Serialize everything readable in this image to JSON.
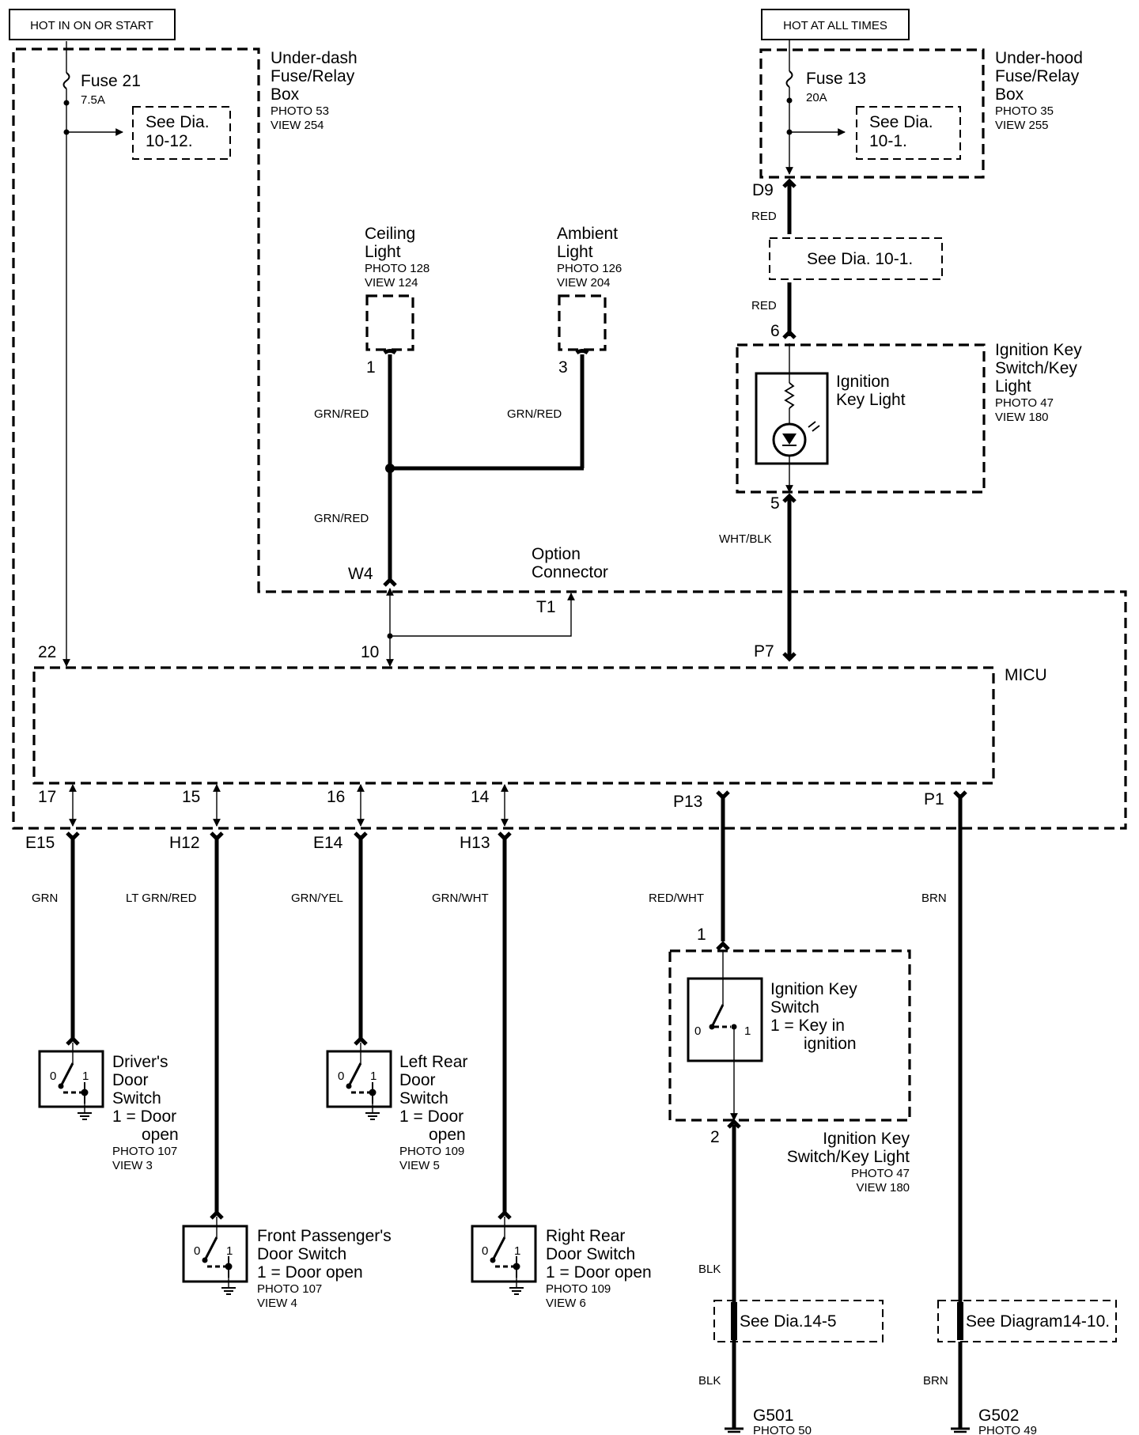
{
  "power": {
    "hot_in_on_or_start": "HOT IN ON OR START",
    "hot_at_all_times": "HOT AT ALL TIMES"
  },
  "underdash_box": {
    "line1": "Under-dash",
    "line2": "Fuse/Relay",
    "line3": "Box",
    "photo": "PHOTO 53",
    "view": "VIEW 254"
  },
  "fuse21": {
    "name": "Fuse 21",
    "rating": "7.5A",
    "see_line1": "See Dia.",
    "see_line2": "10-12."
  },
  "underhood_box": {
    "line1": "Under-hood",
    "line2": "Fuse/Relay",
    "line3": "Box",
    "photo": "PHOTO 35",
    "view": "VIEW 255"
  },
  "fuse13": {
    "name": "Fuse 13",
    "rating": "20A",
    "see_line1": "See Dia.",
    "see_line2": "10-1."
  },
  "d9": {
    "terminal": "D9",
    "wire_upper": "RED",
    "see_text": "See  Dia.  10-1.",
    "wire_lower": "RED"
  },
  "ceiling_light": {
    "line1": "Ceiling",
    "line2": "Light",
    "photo": "PHOTO 128",
    "view": "VIEW 124",
    "pin": "1",
    "wire": "GRN/RED"
  },
  "ambient_light": {
    "line1": "Ambient",
    "line2": "Light",
    "photo": "PHOTO 126",
    "view": "VIEW 204",
    "pin": "3",
    "wire": "GRN/RED"
  },
  "splice_wire": "GRN/RED",
  "ignition_key_light": {
    "pin_top": "6",
    "pin_bottom": "5",
    "inner_line1": "Ignition",
    "inner_line2": "Key Light",
    "label_line1": "Ignition Key",
    "label_line2": "Switch/Key",
    "label_line3": "Light",
    "photo": "PHOTO 47",
    "view": "VIEW 180",
    "wire_out": "WHT/BLK"
  },
  "option_connector": {
    "line1": "Option",
    "line2": "Connector",
    "w4": "W4",
    "t1": "T1"
  },
  "micu": {
    "name": "MICU",
    "pin_22": "22",
    "pin_10": "10",
    "pin_p7": "P7",
    "pin_17": "17",
    "pin_15": "15",
    "pin_16": "16",
    "pin_14": "14",
    "pin_p13": "P13",
    "pin_p1": "P1"
  },
  "door_wires": [
    {
      "connector": "E15",
      "wire": "GRN"
    },
    {
      "connector": "H12",
      "wire": "LT GRN/RED"
    },
    {
      "connector": "E14",
      "wire": "GRN/YEL"
    },
    {
      "connector": "H13",
      "wire": "GRN/WHT"
    }
  ],
  "red_wht": "RED/WHT",
  "brn_upper": "BRN",
  "drivers_switch": {
    "line1": "Driver's",
    "line2": "Door",
    "line3": "Switch",
    "line4": "1 = Door",
    "line5": "open",
    "photo": "PHOTO 107",
    "view": "VIEW 3"
  },
  "left_rear_switch": {
    "line1": "Left Rear",
    "line2": "Door",
    "line3": "Switch",
    "line4": "1 = Door",
    "line5": "open",
    "photo": "PHOTO 109",
    "view": "VIEW 5"
  },
  "front_pass_switch": {
    "line1": "Front Passenger's",
    "line2": "Door Switch",
    "line3": "1 = Door open",
    "photo": "PHOTO 107",
    "view": "VIEW 4"
  },
  "right_rear_switch": {
    "line1": "Right Rear",
    "line2": "Door Switch",
    "line3": "1 = Door open",
    "photo": "PHOTO 109",
    "view": "VIEW 6"
  },
  "switch_pos": {
    "zero": "0",
    "one": "1"
  },
  "ignition_key_switch": {
    "pin_top": "1",
    "pin_bottom": "2",
    "inner_line1": "Ignition Key",
    "inner_line2": "Switch",
    "inner_line3": "1 =  Key in",
    "inner_line4": "ignition",
    "label_line1": "Ignition Key",
    "label_line2": "Switch/Key Light",
    "photo": "PHOTO 47",
    "view": "VIEW 180"
  },
  "ground_g501": {
    "wire_upper": "BLK",
    "see_text": "See Dia.14-5",
    "wire_lower": "BLK",
    "name": "G501",
    "photo": "PHOTO 50"
  },
  "ground_g502": {
    "see_text": "See Diagram14-10.",
    "wire_lower": "BRN",
    "name": "G502",
    "photo": "PHOTO 49"
  },
  "colors": {
    "line": "#000000",
    "background": "#ffffff"
  }
}
